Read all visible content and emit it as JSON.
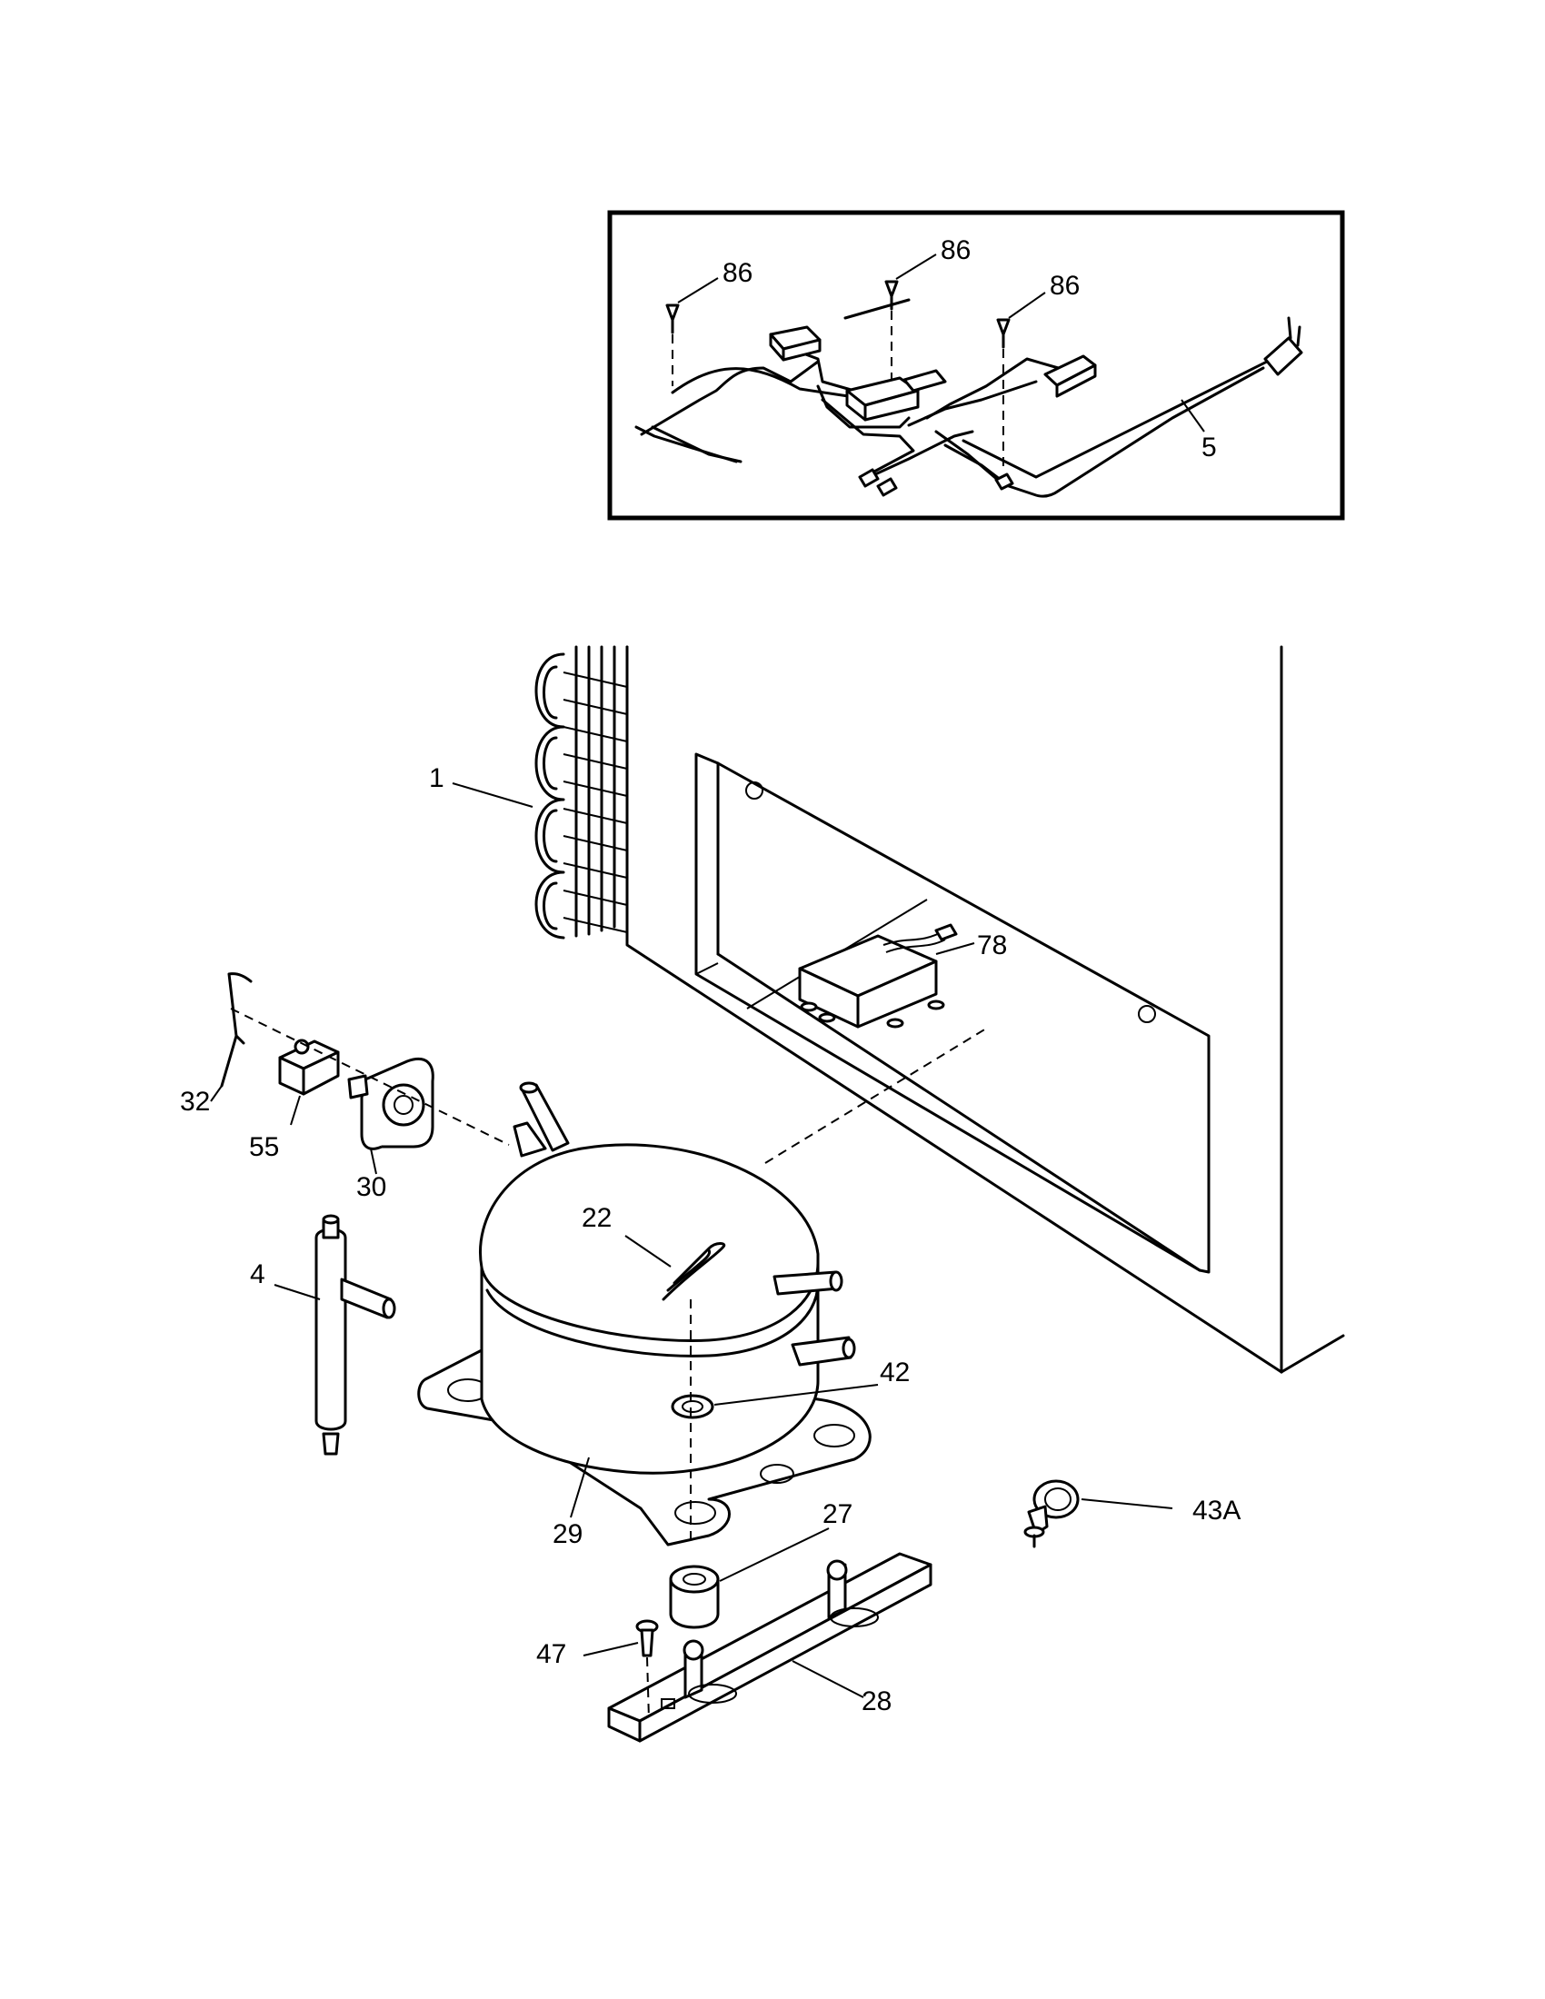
{
  "diagram": {
    "callouts": {
      "c86a": "86",
      "c86b": "86",
      "c86c": "86",
      "c5": "5",
      "c1": "1",
      "c78": "78",
      "c32": "32",
      "c55": "55",
      "c30": "30",
      "c22": "22",
      "c4": "4",
      "c42": "42",
      "c29": "29",
      "c27": "27",
      "c43A": "43A",
      "c47": "47",
      "c28": "28"
    }
  }
}
